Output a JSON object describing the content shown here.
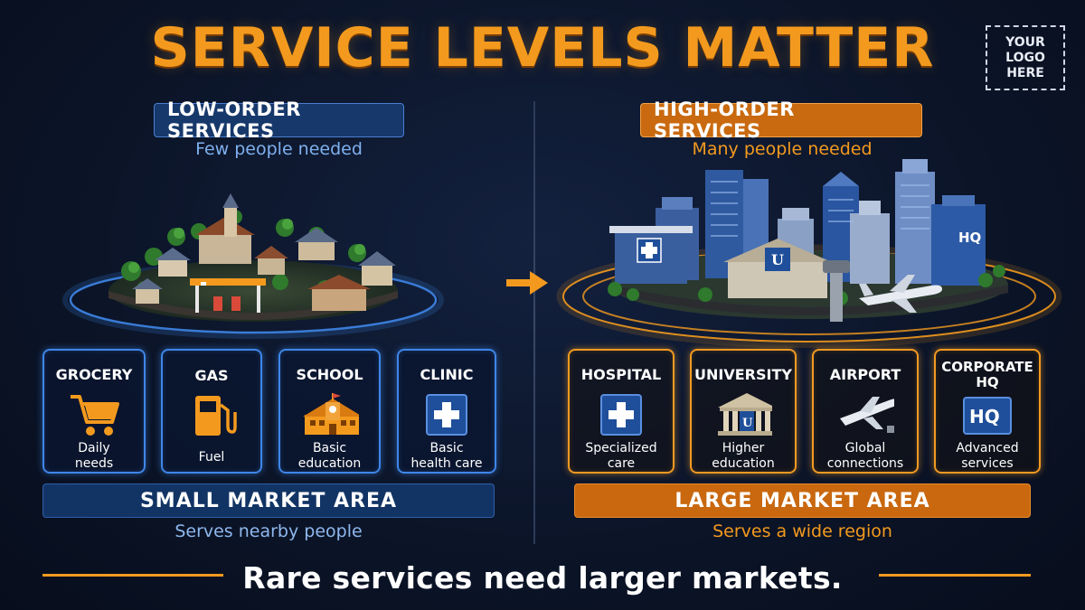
{
  "title": "SERVICE LEVELS MATTER",
  "logo": {
    "line1": "YOUR",
    "line2": "LOGO",
    "line3": "HERE"
  },
  "low": {
    "heading": "LOW-ORDER SERVICES",
    "subheading": "Few people needed",
    "cards": [
      {
        "title": "GROCERY",
        "desc1": "Daily",
        "desc2": "needs",
        "icon": "shopping-cart-icon"
      },
      {
        "title": "GAS",
        "desc1": "Fuel",
        "desc2": "",
        "icon": "fuel-pump-icon"
      },
      {
        "title": "SCHOOL",
        "desc1": "Basic",
        "desc2": "education",
        "icon": "school-icon"
      },
      {
        "title": "CLINIC",
        "desc1": "Basic",
        "desc2": "health care",
        "icon": "medical-cross-icon"
      }
    ],
    "market": "SMALL MARKET AREA",
    "market_sub": "Serves nearby people"
  },
  "high": {
    "heading": "HIGH-ORDER SERVICES",
    "subheading": "Many people needed",
    "cards": [
      {
        "title": "HOSPITAL",
        "title2": "",
        "desc1": "Specialized",
        "desc2": "care",
        "icon": "hospital-cross-icon"
      },
      {
        "title": "UNIVERSITY",
        "title2": "",
        "desc1": "Higher",
        "desc2": "education",
        "icon": "university-icon"
      },
      {
        "title": "AIRPORT",
        "title2": "",
        "desc1": "Global",
        "desc2": "connections",
        "icon": "airplane-icon"
      },
      {
        "title": "CORPORATE",
        "title2": "HQ",
        "desc1": "Advanced",
        "desc2": "services",
        "icon": "hq-icon"
      }
    ],
    "market": "LARGE MARKET AREA",
    "market_sub": "Serves a wide region",
    "hq_badge": "HQ",
    "u_badge": "U"
  },
  "tagline": "Rare services need larger markets.",
  "colors": {
    "orange": "#f39a1e",
    "blue": "#3e86e8",
    "navy": "#0c1529"
  }
}
